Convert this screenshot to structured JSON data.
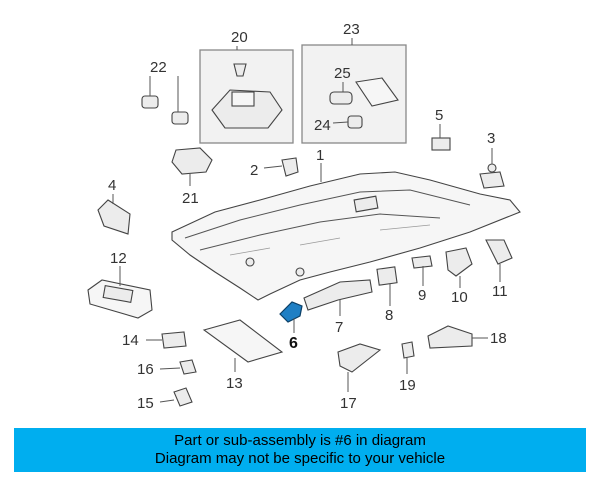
{
  "parts": [
    {
      "id": "1",
      "label": "1"
    },
    {
      "id": "2",
      "label": "2"
    },
    {
      "id": "3",
      "label": "3"
    },
    {
      "id": "4",
      "label": "4"
    },
    {
      "id": "5",
      "label": "5"
    },
    {
      "id": "6",
      "label": "6",
      "highlighted": true
    },
    {
      "id": "7",
      "label": "7"
    },
    {
      "id": "8",
      "label": "8"
    },
    {
      "id": "9",
      "label": "9"
    },
    {
      "id": "10",
      "label": "10"
    },
    {
      "id": "11",
      "label": "11"
    },
    {
      "id": "12",
      "label": "12"
    },
    {
      "id": "13",
      "label": "13"
    },
    {
      "id": "14",
      "label": "14"
    },
    {
      "id": "15",
      "label": "15"
    },
    {
      "id": "16",
      "label": "16"
    },
    {
      "id": "17",
      "label": "17"
    },
    {
      "id": "18",
      "label": "18"
    },
    {
      "id": "19",
      "label": "19"
    },
    {
      "id": "20",
      "label": "20"
    },
    {
      "id": "21",
      "label": "21"
    },
    {
      "id": "22",
      "label": "22"
    },
    {
      "id": "23",
      "label": "23"
    },
    {
      "id": "24",
      "label": "24"
    },
    {
      "id": "25",
      "label": "25"
    }
  ],
  "colors": {
    "banner_bg": "#00aeef",
    "highlight_part": "#1f7fc4"
  },
  "banner": {
    "line1": "Part or sub-assembly is #6 in diagram",
    "line2": "Diagram may not be specific to your vehicle"
  }
}
